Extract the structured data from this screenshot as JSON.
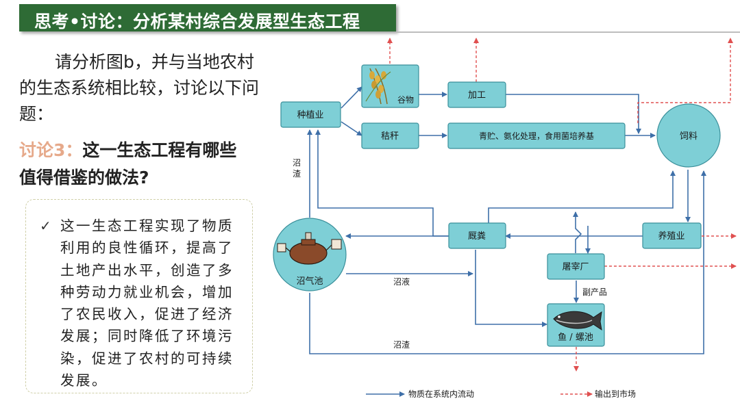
{
  "title": "思考•讨论：分析某村综合发展型生态工程",
  "intro_text": "请分析图b，并与当地农村的生态系统相比较，讨论以下问题：",
  "question": {
    "label": "讨论3：",
    "text_line1": "这一生态工程有哪些",
    "text_line2": "值得借鉴的做法?"
  },
  "answer": "这一生态工程实现了物质利用的良性循环，提高了土地产出水平，创造了多种劳动力就业机会，增加了农民收入，促进了经济发展；同时降低了环境污染，促进了农村的可持续发展。",
  "diagram": {
    "nodes": {
      "planting": "种植业",
      "grain": "谷物",
      "processing": "加工",
      "straw": "秸秆",
      "treatment": "青贮、氨化处理，食用菌培养基",
      "feed": "饲料",
      "biogas": "沼气池",
      "manure": "厩粪",
      "breeding": "养殖业",
      "slaughter": "屠宰厂",
      "fish": "鱼 / 螺池"
    },
    "edge_labels": {
      "residue_vertical": "沼渣",
      "liquid": "沼液",
      "byproduct": "副产品",
      "residue_bottom": "沼渣"
    },
    "legend": {
      "internal_flow": "物质在系统内流动",
      "market_output": "输出到市场"
    },
    "colors": {
      "node_fill": "#7ecfd6",
      "node_border": "#3a8f9a",
      "internal_arrow": "#3e6fa8",
      "market_arrow": "#e05050",
      "title_bg": "#2e6b35",
      "question_accent": "#e6a98a"
    }
  }
}
